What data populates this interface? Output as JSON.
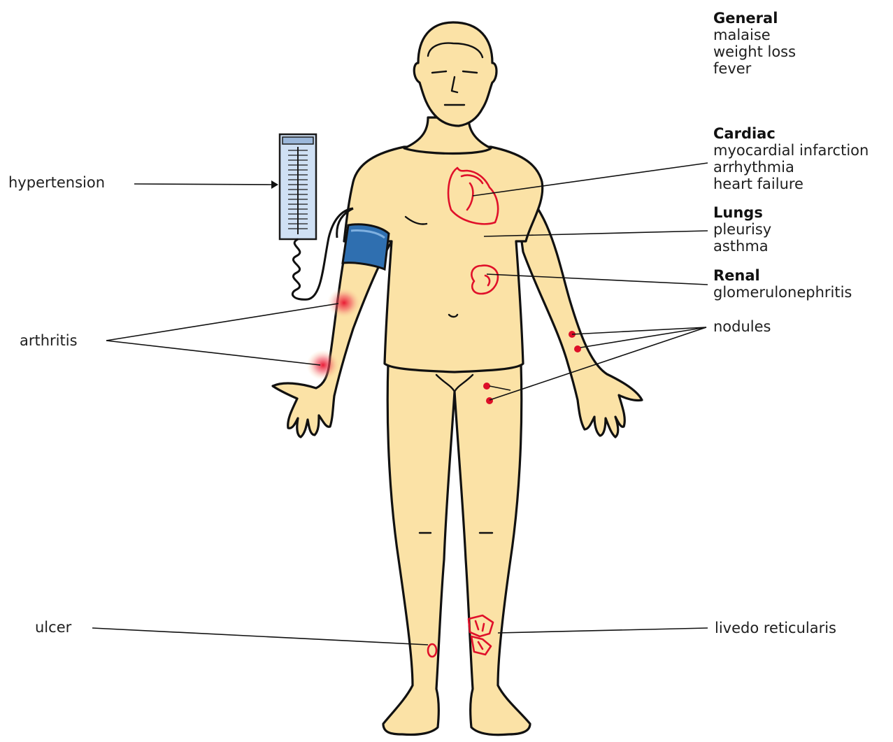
{
  "colors": {
    "skin": "#fbe2a6",
    "outline": "#111111",
    "lesion": "#e0102a",
    "cuff": "#2f6fb0",
    "gauge": "#cfe0f4"
  },
  "labels_left": {
    "hypertension": "hypertension",
    "arthritis": "arthritis",
    "ulcer": "ulcer"
  },
  "groups": {
    "general": {
      "title": "General",
      "items": [
        "malaise",
        "weight loss",
        "fever"
      ]
    },
    "cardiac": {
      "title": "Cardiac",
      "items": [
        "myocardial infarction",
        "arrhythmia",
        "heart failure"
      ]
    },
    "lungs": {
      "title": "Lungs",
      "items": [
        "pleurisy",
        "asthma"
      ]
    },
    "renal": {
      "title": "Renal",
      "items": [
        "glomerulonephritis"
      ]
    }
  },
  "labels_right": {
    "nodules": "nodules",
    "livedo": "livedo reticularis"
  },
  "icons": [
    "blood-pressure-gauge-icon",
    "blood-pressure-cuff-icon",
    "heart-icon",
    "kidney-icon",
    "human-body-figure"
  ]
}
